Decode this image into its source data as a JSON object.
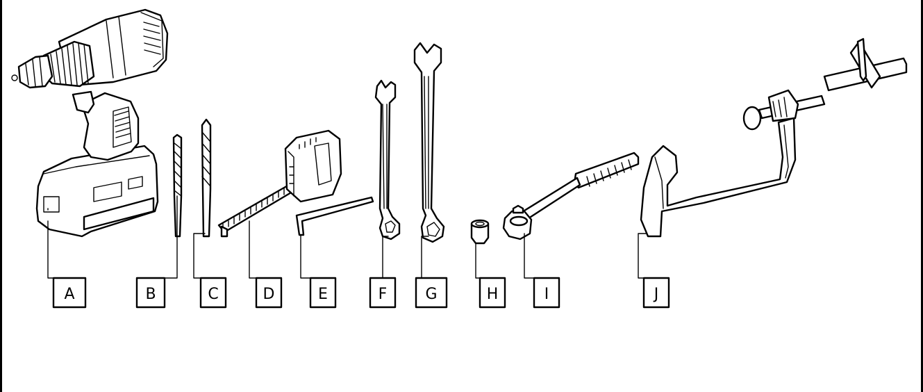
{
  "labels": [
    "A",
    "B",
    "C",
    "D",
    "E",
    "F",
    "G",
    "H",
    "I",
    "J"
  ],
  "tools": [
    {
      "label": "A",
      "icon": "cordless-drill-icon"
    },
    {
      "label": "B",
      "icon": "small-drill-bit-icon"
    },
    {
      "label": "C",
      "icon": "large-drill-bit-icon"
    },
    {
      "label": "D",
      "icon": "tape-measure-icon"
    },
    {
      "label": "E",
      "icon": "hex-key-icon"
    },
    {
      "label": "F",
      "icon": "small-combination-wrench-icon"
    },
    {
      "label": "G",
      "icon": "large-combination-wrench-icon"
    },
    {
      "label": "H",
      "icon": "socket-icon"
    },
    {
      "label": "I",
      "icon": "ratchet-icon"
    },
    {
      "label": "J",
      "icon": "clamp-icon"
    }
  ],
  "colors": {
    "line": "#000000",
    "background": "#ffffff"
  }
}
